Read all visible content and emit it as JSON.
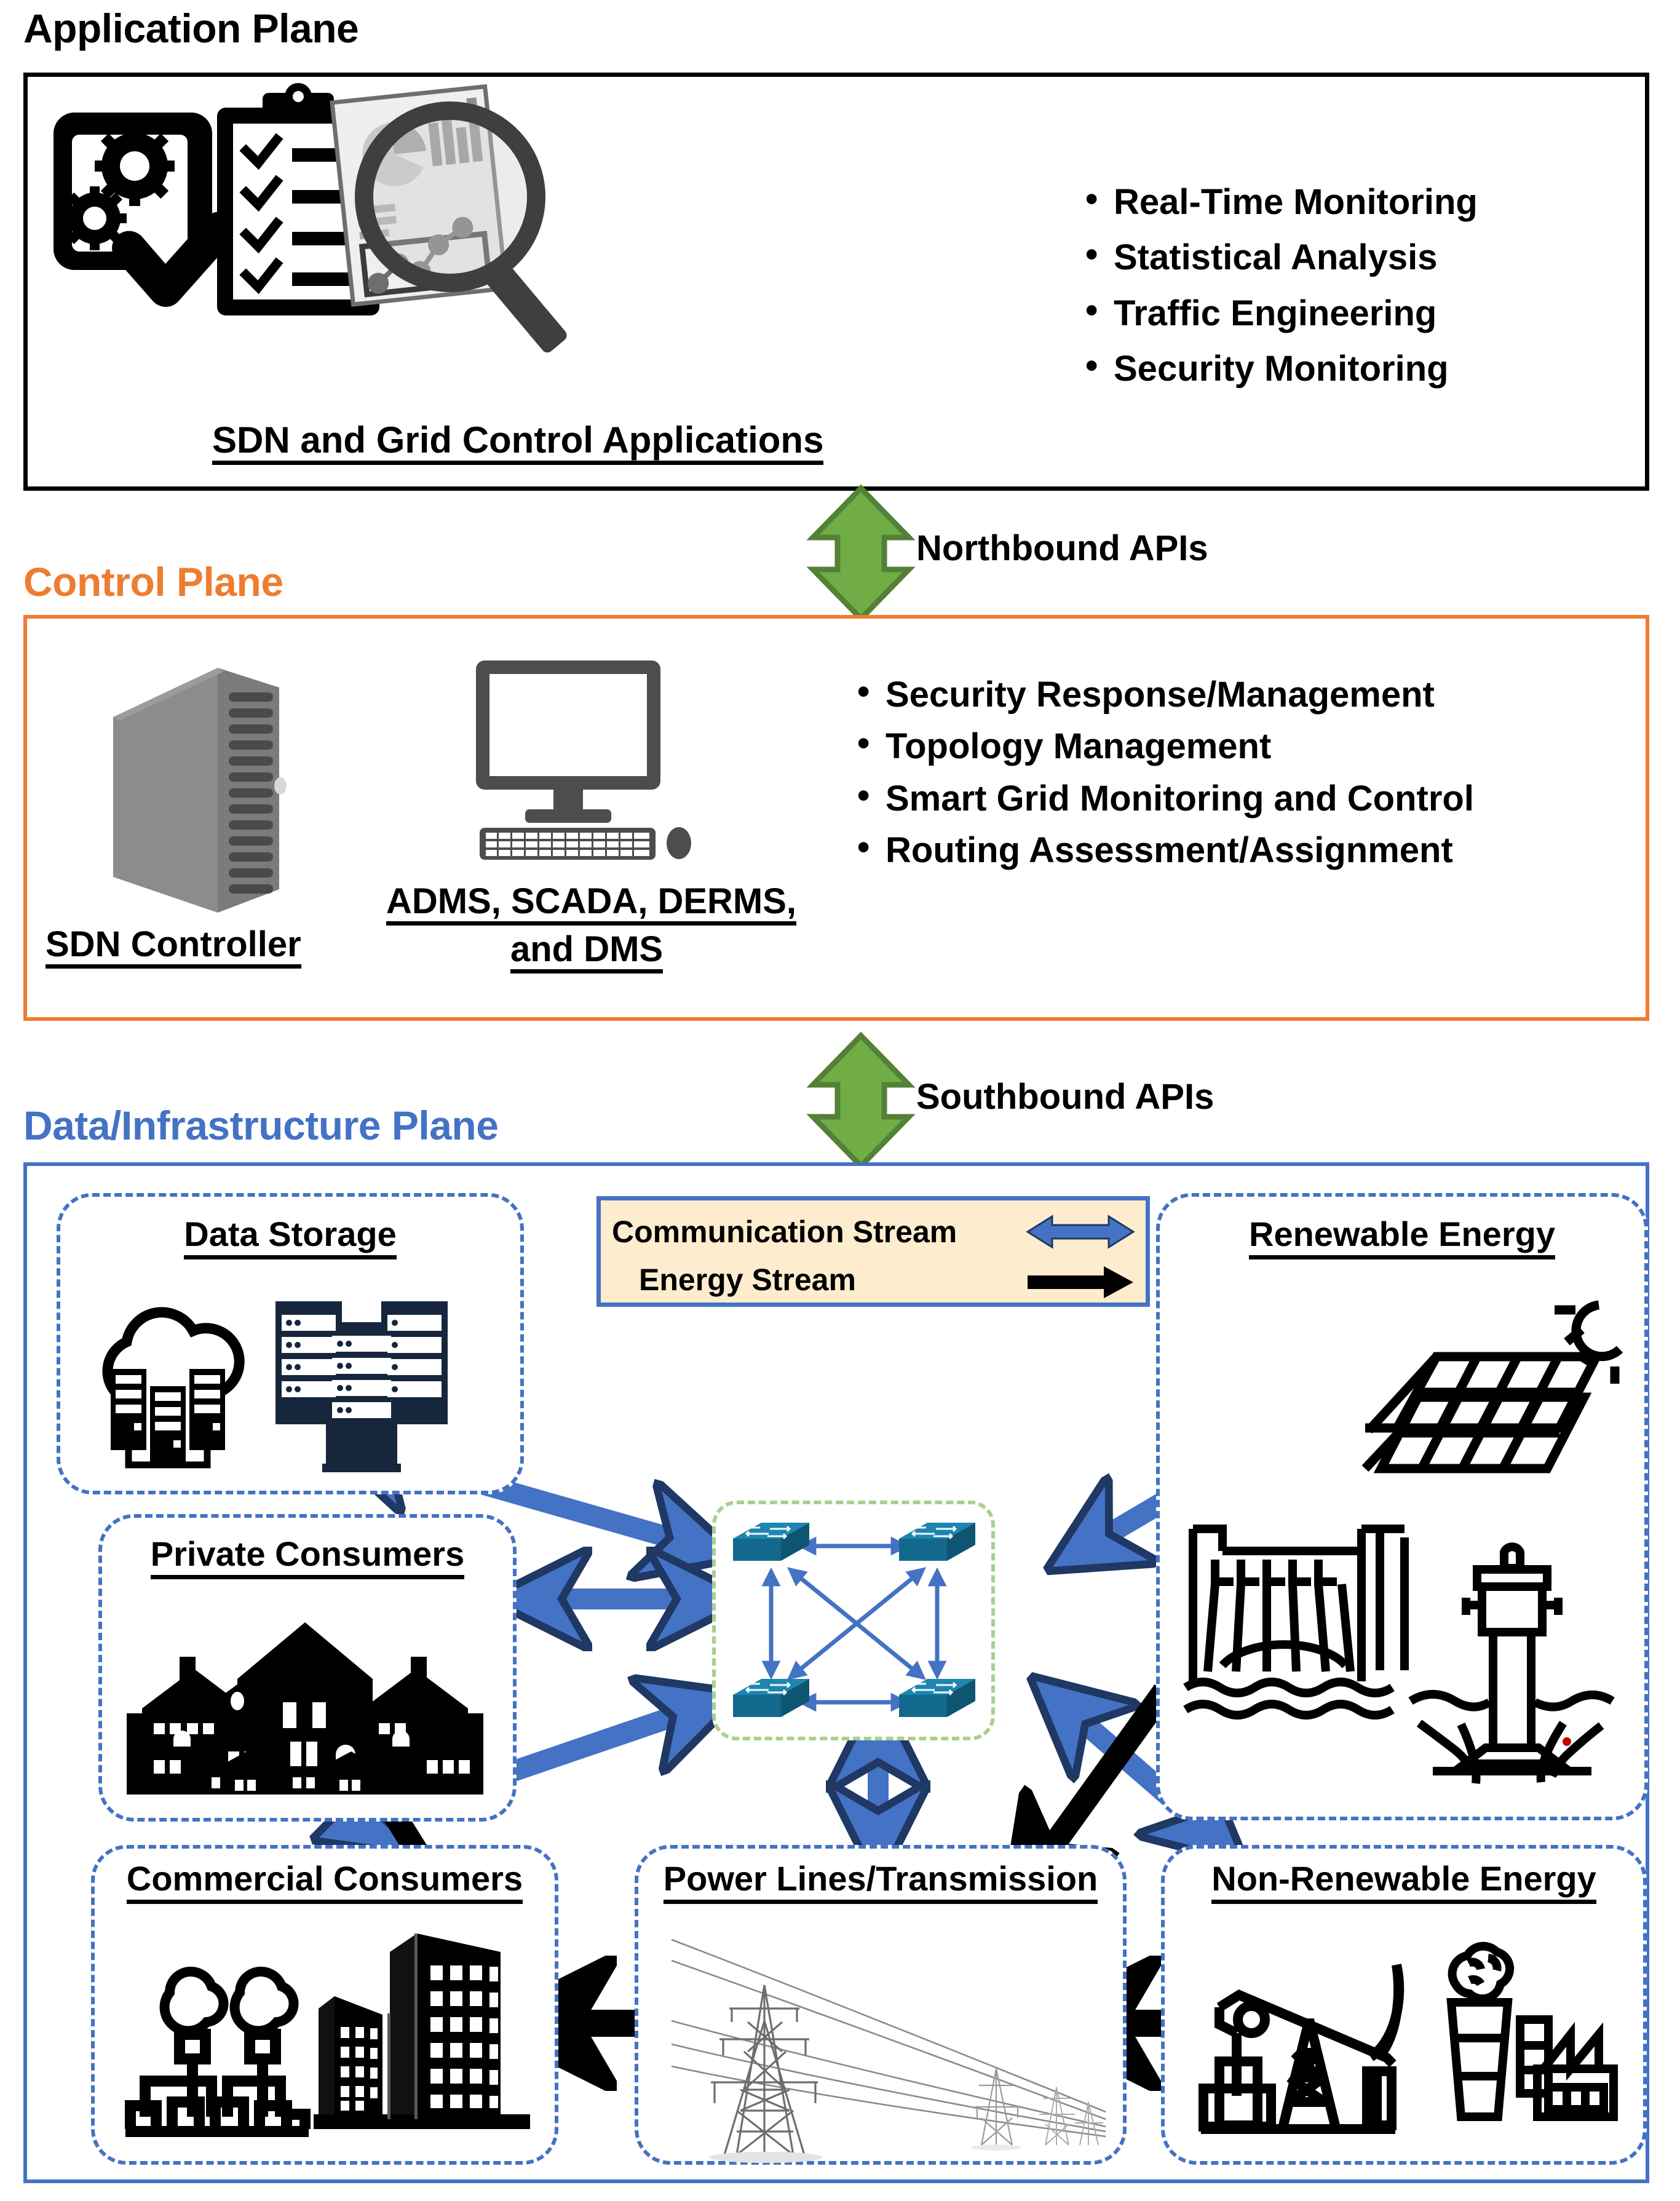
{
  "planes": {
    "application": {
      "title": "Application Plane",
      "caption": "SDN and Grid Control Applications",
      "bullets": [
        "Real-Time Monitoring",
        "Statistical Analysis",
        "Traffic Engineering",
        "Security Monitoring"
      ],
      "icons": [
        "app-gears-check-icon",
        "checklist-clipboard-icon",
        "report-magnifier-icon"
      ],
      "border_color": "#000000",
      "title_color": "#000000"
    },
    "control": {
      "title": "Control Plane",
      "captions": {
        "controller": "SDN Controller",
        "management_systems_line1": "ADMS, SCADA, DERMS,",
        "management_systems_line2": "and DMS"
      },
      "bullets": [
        "Security Response/Management",
        "Topology Management",
        "Smart Grid Monitoring and Control",
        "Routing Assessment/Assignment"
      ],
      "icons": [
        "server-tower-icon",
        "desktop-computer-icon"
      ],
      "border_color": "#ED7D31",
      "title_color": "#ED7D31"
    },
    "data": {
      "title": "Data/Infrastructure Plane",
      "border_color": "#4472C4",
      "title_color": "#4472C4",
      "nodes": [
        {
          "id": "data-storage",
          "label": "Data Storage",
          "icons": [
            "cloud-servers-icon",
            "server-racks-icon"
          ]
        },
        {
          "id": "private-consumers",
          "label": "Private Consumers",
          "icons": [
            "houses-silhouette-icon"
          ]
        },
        {
          "id": "commercial-consumers",
          "label": "Commercial Consumers",
          "icons": [
            "factory-icon",
            "office-buildings-icon"
          ]
        },
        {
          "id": "power-lines",
          "label": "Power Lines/Transmission",
          "icons": [
            "transmission-tower-icon"
          ]
        },
        {
          "id": "non-renewable",
          "label": "Non-Renewable Energy",
          "icons": [
            "oil-pumpjack-icon",
            "smokestack-factory-icon"
          ]
        },
        {
          "id": "renewable",
          "label": "Renewable Energy",
          "icons": [
            "solar-panel-sun-icon",
            "hydro-dam-icon",
            "wind-turbine-icon"
          ]
        }
      ],
      "switch_cluster": {
        "name": "sdn-switch-mesh",
        "switch_count": 4,
        "icon": "network-switch-icon",
        "link_color": "#4472C4",
        "boundary_color": "#A9D08E"
      }
    }
  },
  "apis": {
    "northbound": "Northbound APIs",
    "southbound": "Southbound APIs",
    "arrow_color": "#70AD47",
    "arrow_stroke": "#538135"
  },
  "legend": {
    "communication_stream": "Communication Stream",
    "energy_stream": "Energy Stream",
    "comm_arrow_color": "#4472C4",
    "energy_arrow_color": "#000000",
    "background": "#FDEDCE",
    "border": "#4472C4"
  },
  "colors": {
    "accent_orange": "#ED7D31",
    "accent_blue": "#4472C4",
    "accent_green": "#70AD47",
    "switch_teal": "#14759E",
    "dark_navy": "#16263C"
  }
}
